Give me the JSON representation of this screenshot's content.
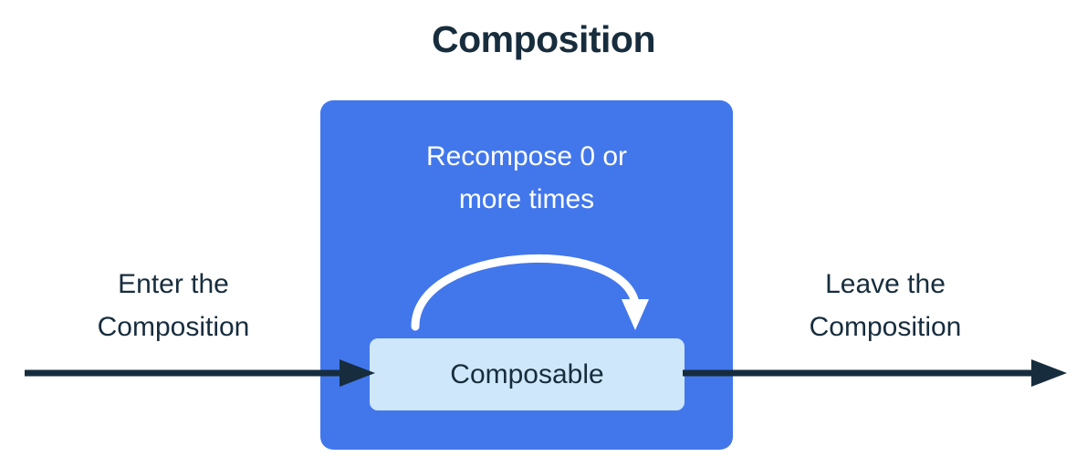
{
  "diagram": {
    "title": "Composition",
    "region": {
      "name": "Composition region",
      "caption": "Recompose 0 or\nmore times",
      "caption_line1": "Recompose 0 or",
      "caption_line2": "more times",
      "color": "#4277EC"
    },
    "node": {
      "label": "Composable",
      "fill": "#CFE7FA",
      "text_color": "#172D3D"
    },
    "loop_arrow": {
      "name": "recompose-loop-arrow",
      "color": "#FFFFFF",
      "direction": "clockwise-down"
    },
    "enter": {
      "caption_line1": "Enter the",
      "caption_line2": "Composition",
      "arrow_name": "enter-composition-arrow",
      "arrow_color": "#172D3D"
    },
    "leave": {
      "caption_line1": "Leave the",
      "caption_line2": "Composition",
      "arrow_name": "leave-composition-arrow",
      "arrow_color": "#172D3D"
    },
    "colors": {
      "background": "#FFFFFF",
      "accent_blue": "#4277EC",
      "light_blue": "#CFE7FA",
      "navy": "#172D3D",
      "white": "#FFFFFF"
    }
  }
}
